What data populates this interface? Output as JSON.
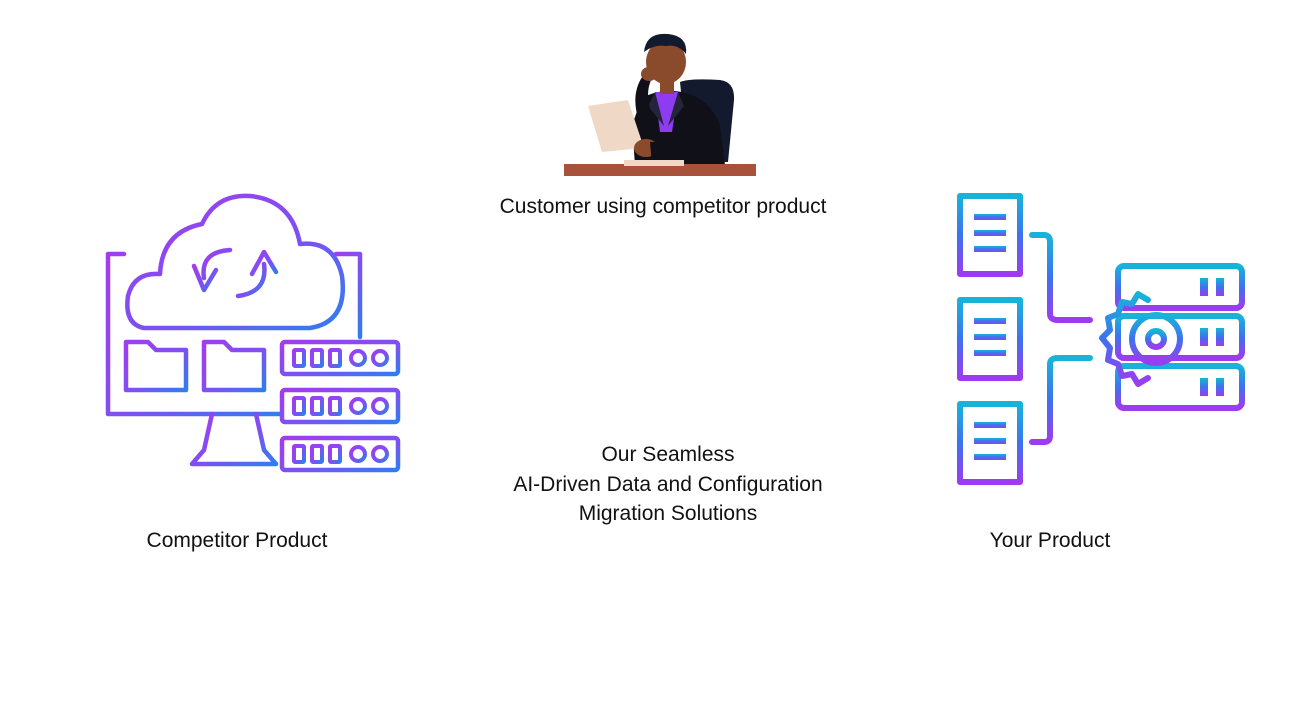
{
  "customer": {
    "label": "Customer using competitor product"
  },
  "competitor": {
    "label": "Competitor Product",
    "icon": "cloud-sync-computer-server-icon"
  },
  "your_product": {
    "label": "Your Product",
    "icon": "documents-server-gear-icon"
  },
  "center": {
    "lines": [
      "Our Seamless",
      "AI-Driven Data and Configuration",
      "Migration Solutions"
    ]
  },
  "colors": {
    "purple": "#9b3cf0",
    "blue": "#2f7df0",
    "cyan": "#18b4d8",
    "skin": "#8a4a2c",
    "hair": "#141a2e",
    "suit": "#101018",
    "shirt": "#8e3cf2",
    "desk": "#a8523c",
    "paper": "#efd9c6"
  }
}
